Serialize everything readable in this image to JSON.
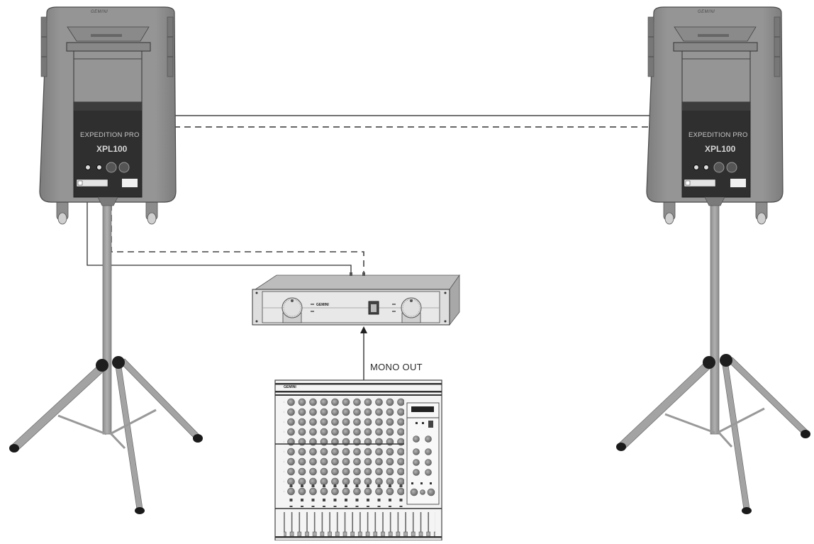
{
  "diagram": {
    "title": "",
    "type": "audio-system-connection",
    "colors": {
      "background": "#ffffff",
      "cable": "#333333",
      "speaker_body": "#8a8a8a",
      "speaker_panel": "#2e2e2e",
      "stand": "#9a9a9a",
      "stand_feet": "#1a1a1a",
      "amp_body": "#cfcfcf",
      "mixer_body": "#f2f2f2",
      "knob": "#8c8c8c"
    },
    "speakers": [
      {
        "id": "left",
        "brand_top": "GEMINI",
        "panel_brand": "EXPEDITION PRO",
        "model": "XPL100"
      },
      {
        "id": "right",
        "brand_top": "GEMINI",
        "panel_brand": "EXPEDITION PRO",
        "model": "XPL100"
      }
    ],
    "amplifier": {
      "logo": "GEMINI"
    },
    "mixer": {
      "logo": "GEMINI",
      "channels": 16
    },
    "labels": {
      "mono_out": "MONO OUT"
    },
    "connections": [
      {
        "from": "mixer",
        "to": "amplifier",
        "style": "solid-arrow",
        "label": "MONO OUT"
      },
      {
        "from": "amplifier",
        "to": "left-speaker",
        "style": "solid"
      },
      {
        "from": "amplifier",
        "to": "left-speaker",
        "style": "dashed"
      },
      {
        "from": "left-speaker",
        "to": "right-speaker",
        "style": "solid"
      },
      {
        "from": "left-speaker",
        "to": "right-speaker",
        "style": "dashed"
      }
    ]
  }
}
